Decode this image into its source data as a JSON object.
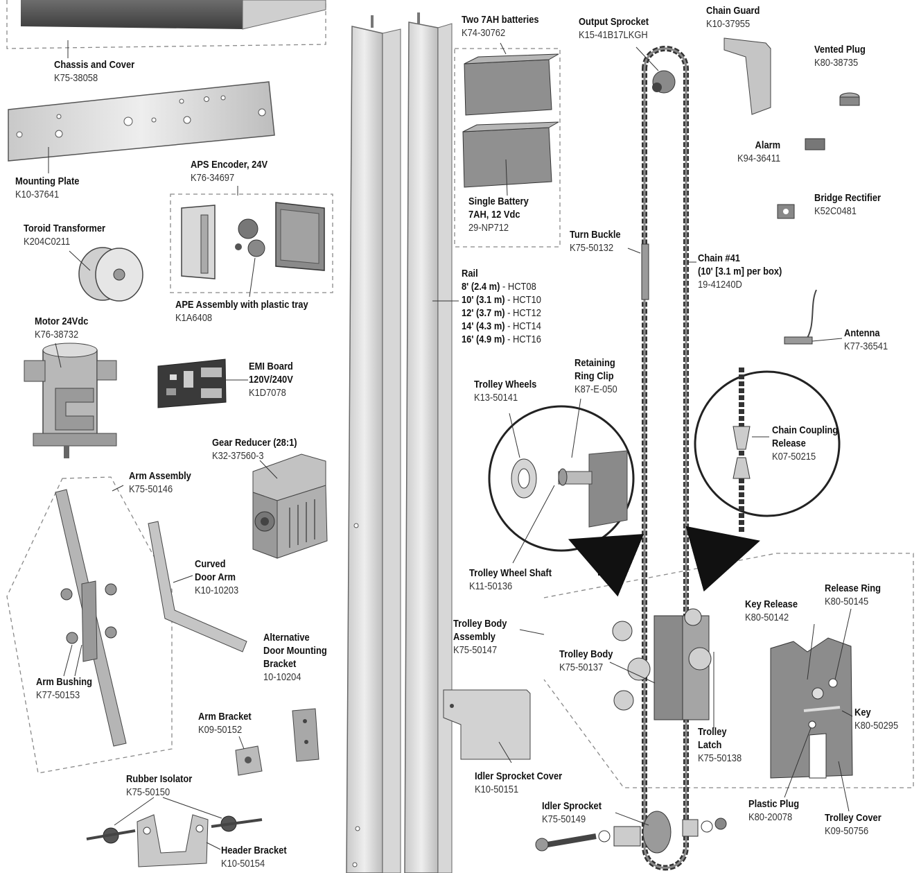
{
  "parts": [
    {
      "id": "chassis",
      "name": "Chassis and Cover",
      "pn": "K75-38058"
    },
    {
      "id": "mounting-plate",
      "name": "Mounting Plate",
      "pn": "K10-37641"
    },
    {
      "id": "aps-encoder",
      "name": "APS Encoder, 24V",
      "pn": "K76-34697"
    },
    {
      "id": "ape-assembly",
      "name": "APE Assembly with plastic tray",
      "pn": "K1A6408"
    },
    {
      "id": "toroid",
      "name": "Toroid Transformer",
      "pn": "K204C0211"
    },
    {
      "id": "motor",
      "name": "Motor 24Vdc",
      "pn": "K76-38732"
    },
    {
      "id": "emi-board",
      "name": "EMI Board",
      "name2": "120V/240V",
      "pn": "K1D7078"
    },
    {
      "id": "gear-reducer",
      "name": "Gear Reducer (28:1)",
      "pn": "K32-37560-3"
    },
    {
      "id": "arm-assembly",
      "name": "Arm Assembly",
      "pn": "K75-50146"
    },
    {
      "id": "curved-arm",
      "name": "Curved",
      "name2": "Door Arm",
      "pn": "K10-10203"
    },
    {
      "id": "arm-bushing",
      "name": "Arm Bushing",
      "pn": "K77-50153"
    },
    {
      "id": "alt-bracket",
      "name": "Alternative",
      "name2": "Door Mounting",
      "name3": "Bracket",
      "pn": "10-10204"
    },
    {
      "id": "arm-bracket",
      "name": "Arm Bracket",
      "pn": "K09-50152"
    },
    {
      "id": "rubber-isolator",
      "name": "Rubber Isolator",
      "pn": "K75-50150"
    },
    {
      "id": "header-bracket",
      "name": "Header Bracket",
      "pn": "K10-50154"
    },
    {
      "id": "batteries",
      "name": "Two 7AH batteries",
      "pn": "K74-30762"
    },
    {
      "id": "single-battery",
      "name": "Single Battery",
      "name2": "7AH, 12 Vdc",
      "pn": "29-NP712"
    },
    {
      "id": "output-sprocket",
      "name": "Output Sprocket",
      "pn": "K15-41B17LKGH"
    },
    {
      "id": "chain-guard",
      "name": "Chain Guard",
      "pn": "K10-37955"
    },
    {
      "id": "vented-plug",
      "name": "Vented Plug",
      "pn": "K80-38735"
    },
    {
      "id": "alarm",
      "name": "Alarm",
      "pn": "K94-36411"
    },
    {
      "id": "bridge-rectifier",
      "name": "Bridge Rectifier",
      "pn": "K52C0481"
    },
    {
      "id": "turn-buckle",
      "name": "Turn Buckle",
      "pn": "K75-50132"
    },
    {
      "id": "chain",
      "name": "Chain #41",
      "name2": "(10' [3.1 m] per box)",
      "pn": "19-41240D"
    },
    {
      "id": "antenna",
      "name": "Antenna",
      "pn": "K77-36541"
    },
    {
      "id": "trolley-wheels",
      "name": "Trolley Wheels",
      "pn": "K13-50141"
    },
    {
      "id": "retaining-ring",
      "name": "Retaining",
      "name2": "Ring Clip",
      "pn": "K87-E-050"
    },
    {
      "id": "chain-coupling",
      "name": "Chain Coupling",
      "name2": "Release",
      "pn": "K07-50215"
    },
    {
      "id": "trolley-shaft",
      "name": "Trolley Wheel Shaft",
      "pn": "K11-50136"
    },
    {
      "id": "trolley-body-assembly",
      "name": "Trolley Body",
      "name2": "Assembly",
      "pn": "K75-50147"
    },
    {
      "id": "trolley-body",
      "name": "Trolley Body",
      "pn": "K75-50137"
    },
    {
      "id": "trolley-latch",
      "name": "Trolley",
      "name2": "Latch",
      "pn": "K75-50138"
    },
    {
      "id": "key-release",
      "name": "Key Release",
      "pn": "K80-50142"
    },
    {
      "id": "release-ring",
      "name": "Release Ring",
      "pn": "K80-50145"
    },
    {
      "id": "key",
      "name": "Key",
      "pn": "K80-50295"
    },
    {
      "id": "plastic-plug",
      "name": "Plastic Plug",
      "pn": "K80-20078"
    },
    {
      "id": "trolley-cover",
      "name": "Trolley Cover",
      "pn": "K09-50756"
    },
    {
      "id": "idler-cover",
      "name": "Idler Sprocket Cover",
      "pn": "K10-50151"
    },
    {
      "id": "idler-sprocket",
      "name": "Idler Sprocket",
      "pn": "K75-50149"
    }
  ],
  "rail": {
    "title": "Rail",
    "sizes": [
      {
        "size": "8' (2.4 m)",
        "pn": " - HCT08"
      },
      {
        "size": "10' (3.1 m)",
        "pn": " - HCT10"
      },
      {
        "size": "12' (3.7 m)",
        "pn": " - HCT12"
      },
      {
        "size": "14' (4.3 m)",
        "pn": " - HCT14"
      },
      {
        "size": "16' (4.9 m)",
        "pn": " - HCT16"
      }
    ]
  }
}
